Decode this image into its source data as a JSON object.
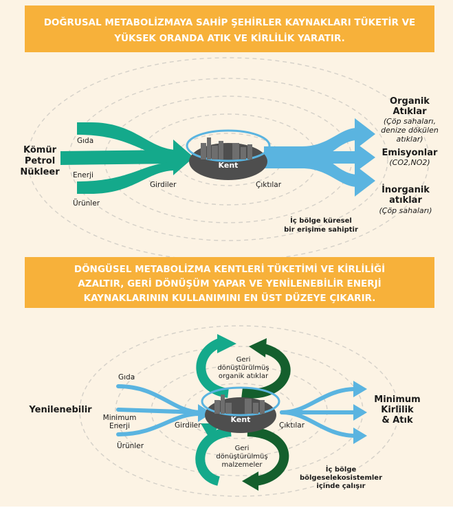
{
  "colors": {
    "background": "#fcf3e4",
    "banner": "#f7b13a",
    "banner_text": "#ffffff",
    "teal": "#14a98b",
    "light_blue": "#5ab4e0",
    "dark_green": "#145f2d",
    "city_blob": "#4e4e4e",
    "ring": "#d4d0c8",
    "text": "#1a1a1a"
  },
  "section1": {
    "banner_line1": "DOĞRUSAL METABOLİZMAYA SAHİP ŞEHİRLER KAYNAKLARI TÜKETİR VE",
    "banner_line2": "YÜKSEK ORANDA ATIK VE KİRLİLİK YARATIR.",
    "sources": [
      "Kömür",
      "Petrol",
      "Nükleer"
    ],
    "inputs": {
      "food": "Gıda",
      "energy": "Enerji",
      "products": "Ürünler"
    },
    "inputs_label": "Girdiler",
    "city": "Kent",
    "outputs_label": "Çıktılar",
    "outputs": {
      "organic_line1": "Organik",
      "organic_line2": "Atıklar",
      "organic_note1": "(Çöp sahaları,",
      "organic_note2": "denize dökülen",
      "organic_note3": "atıklar)",
      "emissions": "Emisyonlar",
      "emissions_note": "(CO2,NO2)",
      "inorganic_line1": "İnorganik",
      "inorganic_line2": "atıklar",
      "inorganic_note": "(Çöp sahaları)"
    },
    "reach_line1": "İç bölge küresel",
    "reach_line2": "bir erişime sahiptir"
  },
  "section2": {
    "banner_line1": "DÖNGÜSEL METABOLİZMA KENTLERİ TÜKETİMİ VE KİRLİLİĞİ",
    "banner_line2": "AZALTIR, GERİ DÖNÜŞÜM YAPAR VE YENİLENEBİLİR ENERJİ",
    "banner_line3": "KAYNAKLARININ KULLANIMINI EN ÜST DÜZEYE ÇIKARIR.",
    "source": "Yenilenebilir",
    "inputs": {
      "food": "Gıda",
      "energy_line1": "Minimum",
      "energy_line2": "Enerji",
      "products": "Ürünler"
    },
    "inputs_label": "Girdiler",
    "city": "Kent",
    "outputs_label": "Çıktılar",
    "recycled_top_line1": "Geri",
    "recycled_top_line2": "dönüştürülmüş",
    "recycled_top_line3": "organik atıklar",
    "recycled_bottom_line1": "Geri",
    "recycled_bottom_line2": "dönüştürülmüş",
    "recycled_bottom_line3": "malzemeler",
    "result_line1": "Minimum",
    "result_line2": "Kirlilik",
    "result_line3": "& Atık",
    "region_line1": "İç bölge",
    "region_line2": "bölgeselekosistemler",
    "region_line3": "içinde çalışır"
  }
}
